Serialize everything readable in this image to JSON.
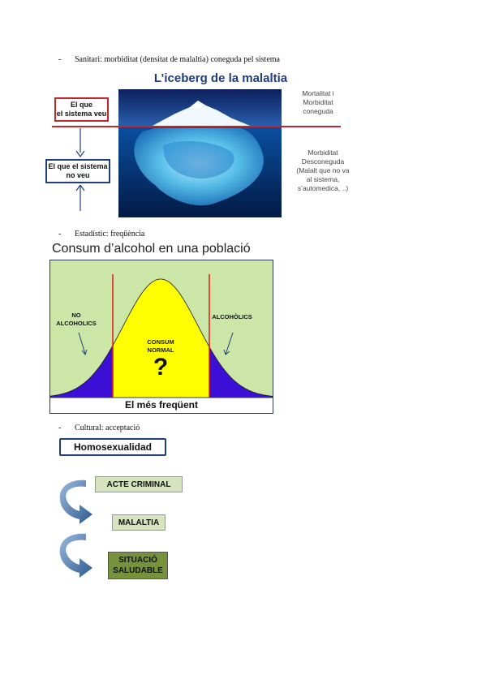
{
  "sections": {
    "sanitari": {
      "dash": "-",
      "text": "Sanitari: morbiditat (densitat de malaltia) coneguda pel sistema"
    },
    "estadistic": {
      "dash": "-",
      "text": "Estadístic: freqüència"
    },
    "cultural": {
      "dash": "-",
      "text": "Cultural: acceptació"
    }
  },
  "iceberg": {
    "title": "L’iceberg de la malaltia",
    "seen_label_1": "El que",
    "seen_label_2": "el sistema veu",
    "unseen_label_1": "El que el sistema",
    "unseen_label_2": "no veu",
    "right_top_1": "Mortalitat i",
    "right_top_2": "Morbiditat",
    "right_top_3": "coneguda",
    "right_bottom_1": "Morbiditat",
    "right_bottom_2": "Desconeguda",
    "right_bottom_3": "(Malalt que no va",
    "right_bottom_4": "al sistema,",
    "right_bottom_5": "s’automedica, ..)",
    "colors": {
      "seen_border": "#c0272d",
      "unseen_border": "#1f3d7a",
      "waterline": "#c0272d",
      "arrow": "#1f3d7a"
    }
  },
  "alcohol": {
    "title": "Consum d’alcohol en una població",
    "left_label_1": "NO",
    "left_label_2": "ALCOHOLICS",
    "right_label": "ALCOHÒLICS",
    "center_label_1": "CONSUM",
    "center_label_2": "NORMAL",
    "question": "?",
    "bottom": "El més freqüent",
    "colors": {
      "background": "#cce6a8",
      "center": "#ffff00",
      "tails": "#3b0fd6",
      "limits": "#e01b1b",
      "border": "#2d3a5a"
    }
  },
  "cultural": {
    "top_box": "Homosexualidad",
    "step1": "ACTE CRIMINAL",
    "step2": "MALALTIA",
    "step3_1": "SITUACIÓ",
    "step3_2": "SALUDABLE",
    "colors": {
      "top_border": "#1f3d7a",
      "step1_bg": "#d6e3bc",
      "step2_bg": "#d6e3bc",
      "step3_bg": "#76923c",
      "arrow": "#2e5a8f"
    }
  }
}
